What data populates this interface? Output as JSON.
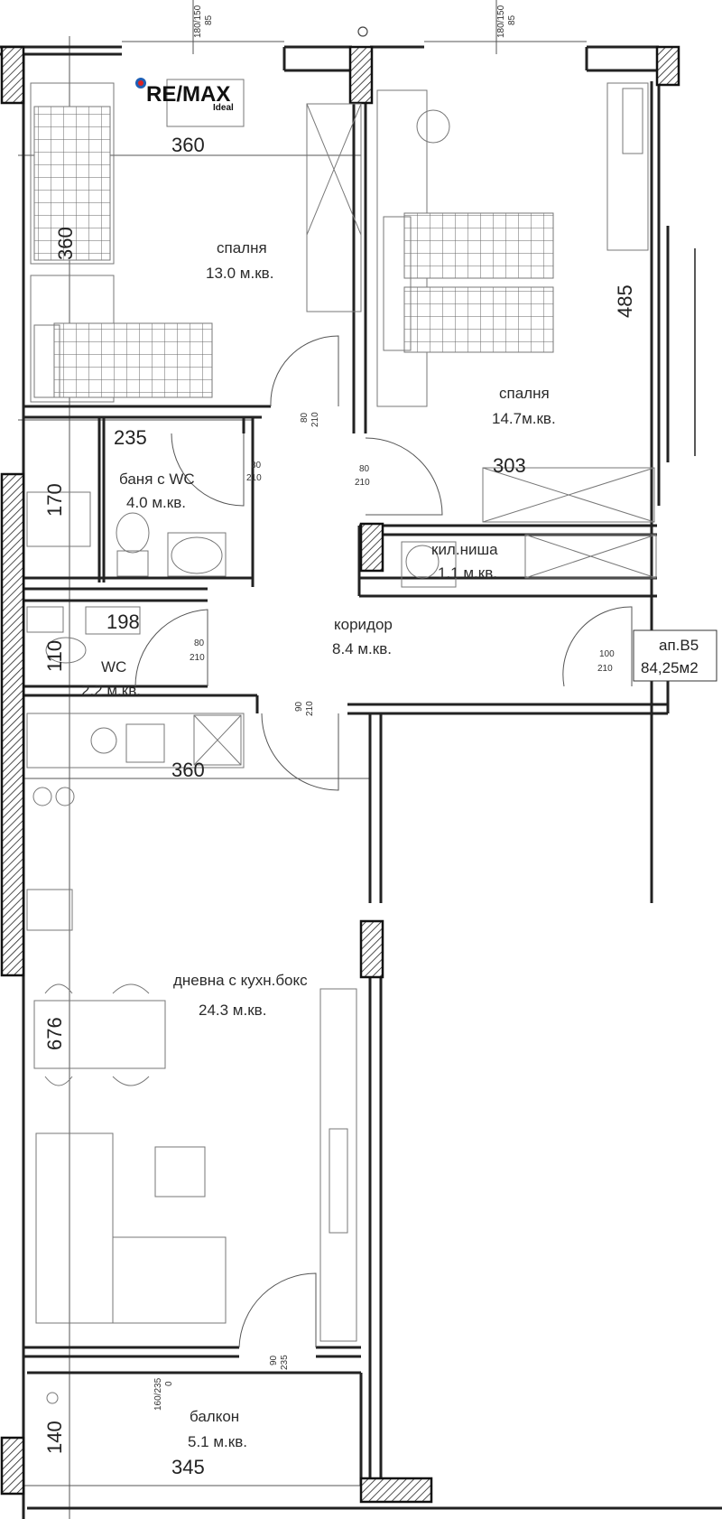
{
  "logo": {
    "brand": "RE/MAX",
    "sub": "Ideal"
  },
  "apartment": {
    "id": "ап.В5",
    "area": "84,25м2"
  },
  "window_marks": [
    {
      "top": "180/150",
      "bottom": "85"
    },
    {
      "top": "180/150",
      "bottom": "85"
    }
  ],
  "rooms": [
    {
      "name": "спалня",
      "area": "13.0 м.кв."
    },
    {
      "name": "спалня",
      "area": "14.7м.кв."
    },
    {
      "name": "баня с WC",
      "area": "4.0 м.кв."
    },
    {
      "name": "кил.ниша",
      "area": "1.1 м.кв."
    },
    {
      "name": "WC",
      "area": "2.2 м.кв."
    },
    {
      "name": "коридор",
      "area": "8.4 м.кв."
    },
    {
      "name": "дневна с кухн.бокс",
      "area": "24.3 м.кв."
    },
    {
      "name": "балкон",
      "area": "5.1 м.кв."
    }
  ],
  "dimensions": [
    "360",
    "360",
    "485",
    "303",
    "235",
    "170",
    "198",
    "110",
    "360",
    "676",
    "140",
    "345"
  ],
  "doors": [
    {
      "w": "80",
      "h": "210"
    },
    {
      "w": "80",
      "h": "210"
    },
    {
      "w": "80",
      "h": "210"
    },
    {
      "w": "80",
      "h": "210"
    },
    {
      "w": "90",
      "h": "210"
    },
    {
      "w": "100",
      "h": "210"
    },
    {
      "w": "90",
      "h": "235"
    }
  ],
  "balcony_mark": {
    "top": "160/235",
    "bottom": "0"
  }
}
